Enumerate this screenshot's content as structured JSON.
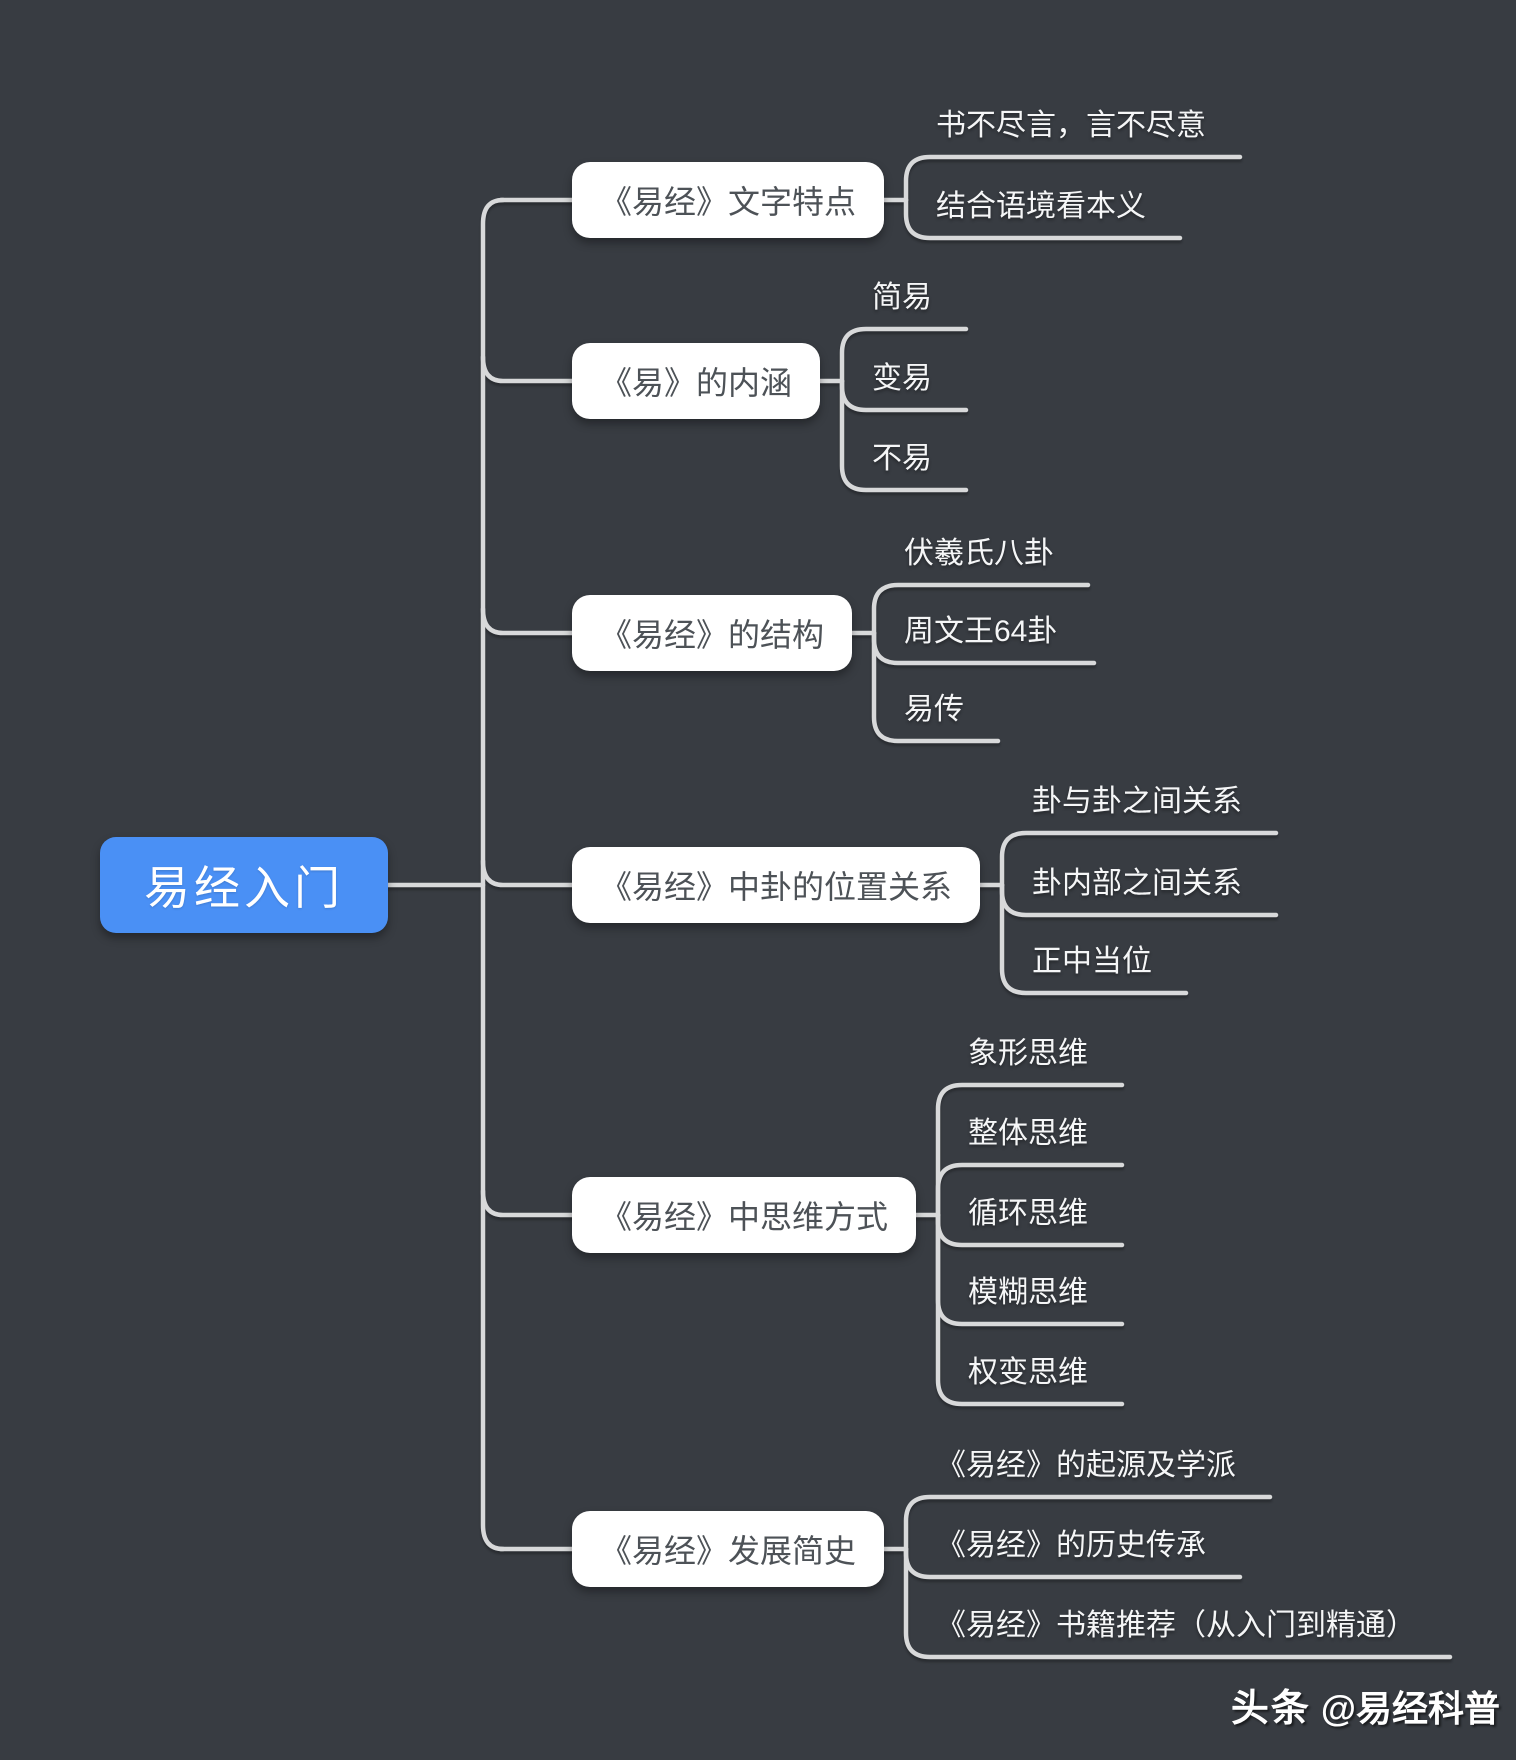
{
  "colors": {
    "background": "#383c42",
    "line": "#d8d9da",
    "root_fill": "#4a90f5",
    "root_text": "#ffffff",
    "node_fill": "#ffffff",
    "node_text": "#4d5257",
    "child_text": "#f5f6f7"
  },
  "root": {
    "label": "易经入门"
  },
  "branches": [
    {
      "label": "《易经》文字特点",
      "children": [
        "书不尽言，言不尽意",
        "结合语境看本义"
      ]
    },
    {
      "label": "《易》的内涵",
      "children": [
        "简易",
        "变易",
        "不易"
      ]
    },
    {
      "label": "《易经》的结构",
      "children": [
        "伏羲氏八卦",
        "周文王64卦",
        "易传"
      ]
    },
    {
      "label": "《易经》中卦的位置关系",
      "children": [
        "卦与卦之间关系",
        "卦内部之间关系",
        "正中当位"
      ]
    },
    {
      "label": "《易经》中思维方式",
      "children": [
        "象形思维",
        "整体思维",
        "循环思维",
        "模糊思维",
        "权变思维"
      ]
    },
    {
      "label": "《易经》发展简史",
      "children": [
        "《易经》的起源及学派",
        "《易经》的历史传承",
        "《易经》书籍推荐（从入门到精通）"
      ]
    }
  ],
  "watermark": {
    "brand": "头条",
    "handle": "@易经科普"
  }
}
